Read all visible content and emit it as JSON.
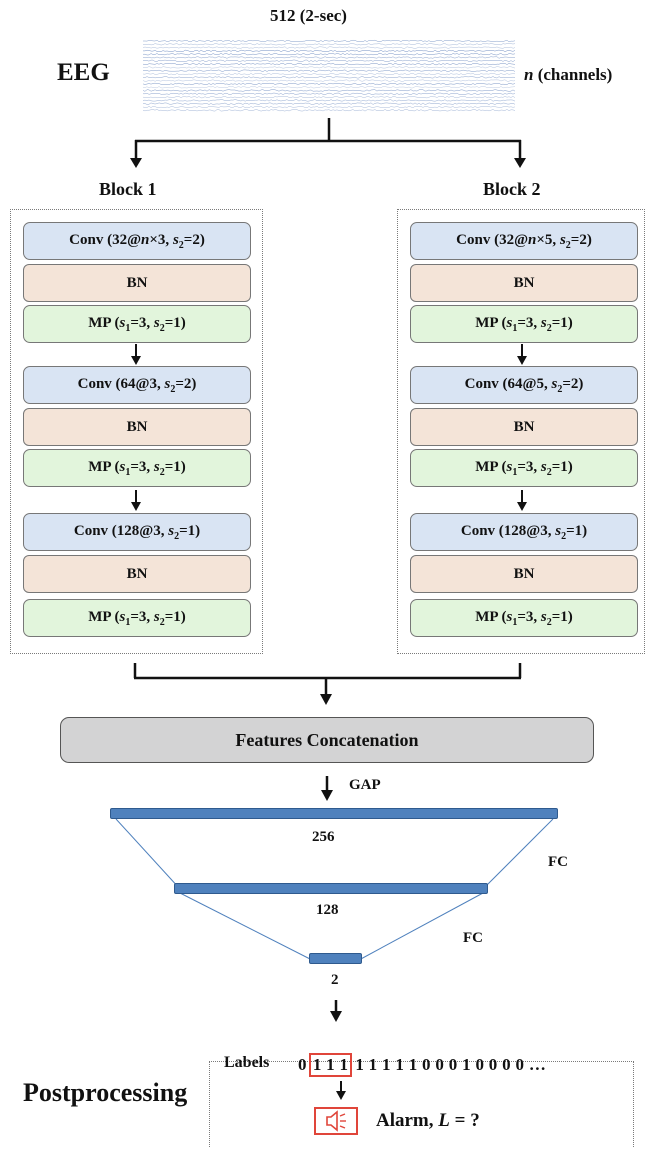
{
  "eeg": {
    "top_label": "512 (2-sec)",
    "label": "EEG",
    "channels_var": "n",
    "channels_text": " (channels)"
  },
  "blocks": [
    {
      "label": "Block 1",
      "layers": [
        {
          "type": "conv",
          "text": "Conv (32@n×3, s2=2)"
        },
        {
          "type": "bn",
          "text": "BN"
        },
        {
          "type": "mp",
          "text": "MP (s1=3, s2=1)"
        },
        {
          "type": "conv",
          "text": "Conv (64@3, s2=2)"
        },
        {
          "type": "bn",
          "text": "BN"
        },
        {
          "type": "mp",
          "text": "MP (s1=3, s2=1)"
        },
        {
          "type": "conv",
          "text": "Conv (128@3, s2=1)"
        },
        {
          "type": "bn",
          "text": "BN"
        },
        {
          "type": "mp",
          "text": "MP (s1=3, s2=1)"
        }
      ]
    },
    {
      "label": "Block 2",
      "layers": [
        {
          "type": "conv",
          "text": "Conv (32@n×5, s2=2)"
        },
        {
          "type": "bn",
          "text": "BN"
        },
        {
          "type": "mp",
          "text": "MP (s1=3, s2=1)"
        },
        {
          "type": "conv",
          "text": "Conv (64@5, s2=2)"
        },
        {
          "type": "bn",
          "text": "BN"
        },
        {
          "type": "mp",
          "text": "MP (s1=3, s2=1)"
        },
        {
          "type": "conv",
          "text": "Conv (128@3, s2=1)"
        },
        {
          "type": "bn",
          "text": "BN"
        },
        {
          "type": "mp",
          "text": "MP (s1=3, s2=1)"
        }
      ]
    }
  ],
  "concat_label": "Features Concatenation",
  "gap_label": "GAP",
  "fc_layers": [
    {
      "size": "256"
    },
    {
      "size": "128"
    },
    {
      "size": "2"
    }
  ],
  "fc_label": "FC",
  "post": {
    "label": "Postprocessing",
    "labels_title": "Labels",
    "sequence_first": "0",
    "sequence_boxed": "1 1 1",
    "sequence_rest": "1 1 1 1 1 0 0 0 1 0 0 0 0 …",
    "alarm_text": "Alarm, ",
    "alarm_var": "L",
    "alarm_tail": " = ?",
    "icon": "speaker-icon",
    "highlight_color": "#e0453a"
  },
  "colors": {
    "conv": "#d9e4f3",
    "bn": "#f4e4d8",
    "mp": "#e2f5dc",
    "fc_bar": "#4f81bd",
    "concat": "#d3d3d4",
    "eeg_trace": "#4a6fb0"
  }
}
